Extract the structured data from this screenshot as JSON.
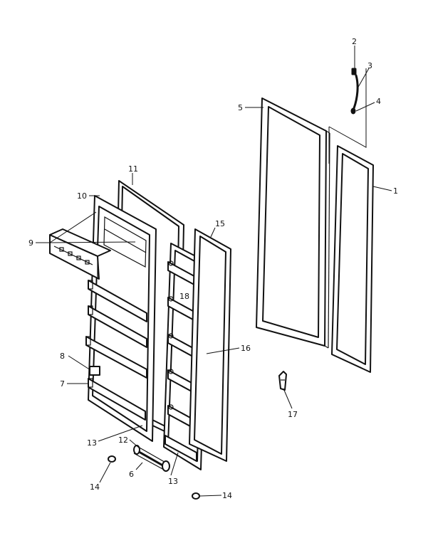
{
  "callouts": [
    {
      "id": "c1",
      "text": "1"
    },
    {
      "id": "c2",
      "text": "2"
    },
    {
      "id": "c3",
      "text": "3"
    },
    {
      "id": "c4",
      "text": "4"
    },
    {
      "id": "c5",
      "text": "5"
    },
    {
      "id": "c6",
      "text": "6"
    },
    {
      "id": "c7",
      "text": "7"
    },
    {
      "id": "c8",
      "text": "8"
    },
    {
      "id": "c9",
      "text": "9"
    },
    {
      "id": "c10",
      "text": "10"
    },
    {
      "id": "c11",
      "text": "11"
    },
    {
      "id": "c12",
      "text": "12"
    },
    {
      "id": "c13a",
      "text": "13"
    },
    {
      "id": "c13b",
      "text": "13"
    },
    {
      "id": "c14a",
      "text": "14"
    },
    {
      "id": "c14b",
      "text": "14"
    },
    {
      "id": "c15",
      "text": "15"
    },
    {
      "id": "c16",
      "text": "16"
    },
    {
      "id": "c17",
      "text": "17"
    },
    {
      "id": "c18",
      "text": "18"
    }
  ]
}
